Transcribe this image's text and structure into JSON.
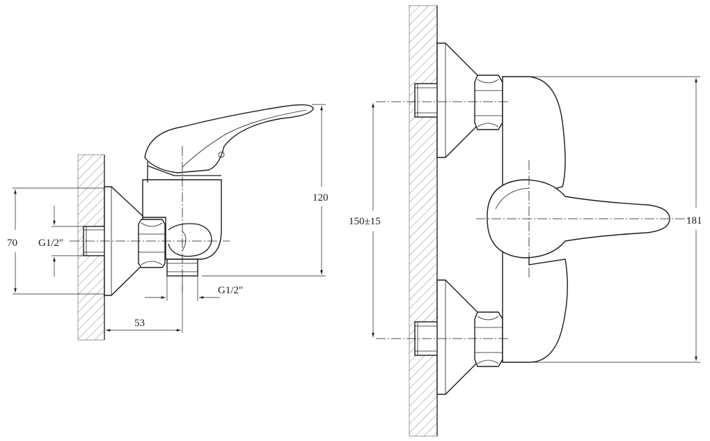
{
  "dimensions": {
    "left_height": "70",
    "left_thread": "G1/2″",
    "left_wall_offset": "53",
    "left_total_height": "120",
    "bottom_thread": "G1/2″",
    "center_distance": "150±15",
    "right_total_height": "181"
  }
}
